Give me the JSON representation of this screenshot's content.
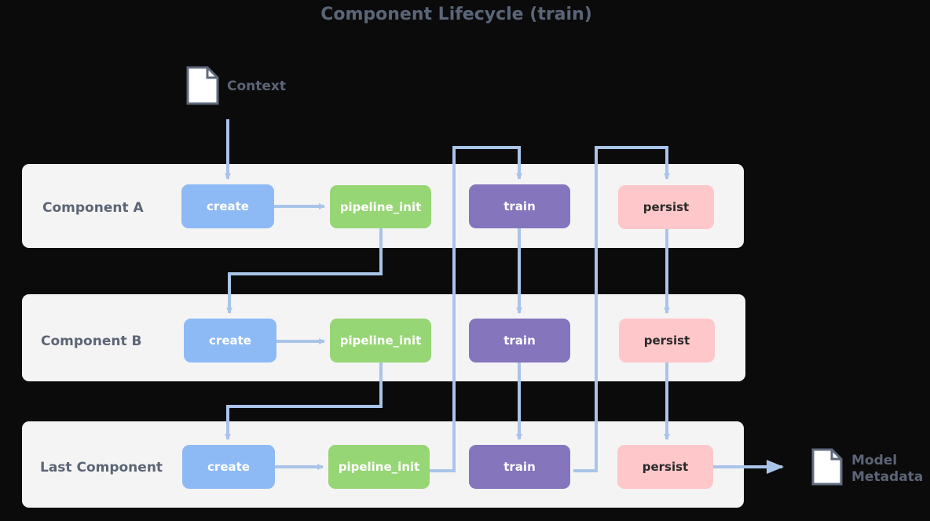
{
  "title": "Component Lifecycle (train)",
  "colors": {
    "create": "#8dbaf5",
    "pipeline_init": "#97d675",
    "train": "#8575bd",
    "persist": "#fec7c9",
    "edge": "#a9c4e8",
    "background": "#0b0b0c"
  },
  "inputs": {
    "context_label": "Context",
    "icon": "document-icon"
  },
  "outputs": {
    "model_label_line1": "Model",
    "model_label_line2": "Metadata",
    "icon": "document-icon"
  },
  "rows": [
    {
      "label": "Component A",
      "steps": [
        "create",
        "pipeline_init",
        "train",
        "persist"
      ]
    },
    {
      "label": "Component B",
      "steps": [
        "create",
        "pipeline_init",
        "train",
        "persist"
      ]
    },
    {
      "label": "Last Component",
      "steps": [
        "create",
        "pipeline_init",
        "train",
        "persist"
      ]
    }
  ]
}
